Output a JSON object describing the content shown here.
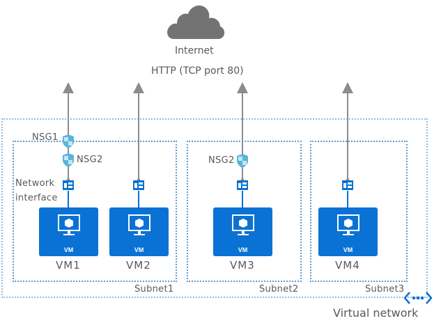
{
  "internet": {
    "icon": "cloud-icon",
    "label": "Internet",
    "protocol": "HTTP (TCP port 80)"
  },
  "virtual_network": {
    "label": "Virtual network",
    "icon": "virtual-network-icon"
  },
  "subnets": [
    {
      "label": "Subnet1"
    },
    {
      "label": "Subnet2"
    },
    {
      "label": "Subnet3"
    }
  ],
  "nsg_labels": {
    "nsg1_subnet1": "NSG1",
    "nsg2_subnet1": "NSG2",
    "nsg2_subnet2": "NSG2"
  },
  "network_interface_label": [
    "Network",
    "interface"
  ],
  "vms": [
    {
      "name": "VM1",
      "tag": "VM",
      "subnet": "Subnet1"
    },
    {
      "name": "VM2",
      "tag": "VM",
      "subnet": "Subnet1"
    },
    {
      "name": "VM3",
      "tag": "VM",
      "subnet": "Subnet2"
    },
    {
      "name": "VM4",
      "tag": "VM",
      "subnet": "Subnet3"
    }
  ],
  "colors": {
    "vm_blue": "#0a72d4",
    "dotted_border": "#5b9bd5",
    "arrow_gray": "#8c8c8c",
    "cloud_gray": "#737373",
    "text_gray": "#595959"
  }
}
